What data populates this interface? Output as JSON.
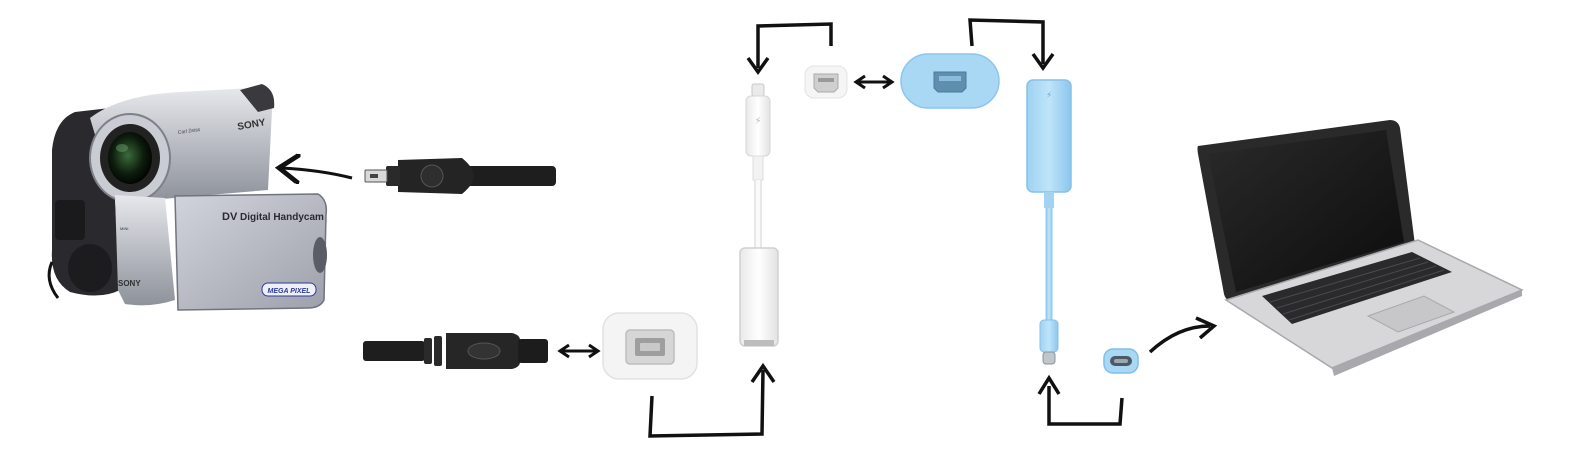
{
  "camcorder": {
    "brand": "SONY",
    "lens_text": "Carl Zeiss",
    "logo_prefix": "DV",
    "logo_text": "Digital Handycam",
    "badge": "MEGA PIXEL",
    "bottom_brand": "SONY",
    "side_label": "MINI"
  },
  "colors": {
    "arrow": "#111111",
    "cable_black": "#1e1e1e",
    "adapter_white": "#f7f7f7",
    "adapter_blue": "#a9d8f5",
    "adapter_blue_dark": "#7fbfea",
    "laptop_body": "#d4d4d6",
    "laptop_screen": "#1b1b1b"
  },
  "icons": [
    "camcorder-icon",
    "firewire-400-plug-icon",
    "firewire-800-plug-icon",
    "firewire-800-port-icon",
    "thunderbolt-to-firewire-adapter-icon",
    "mini-displayport-port-icon",
    "thunderbolt-3-to-thunderbolt-2-adapter-icon",
    "usb-c-port-icon",
    "laptop-icon"
  ]
}
